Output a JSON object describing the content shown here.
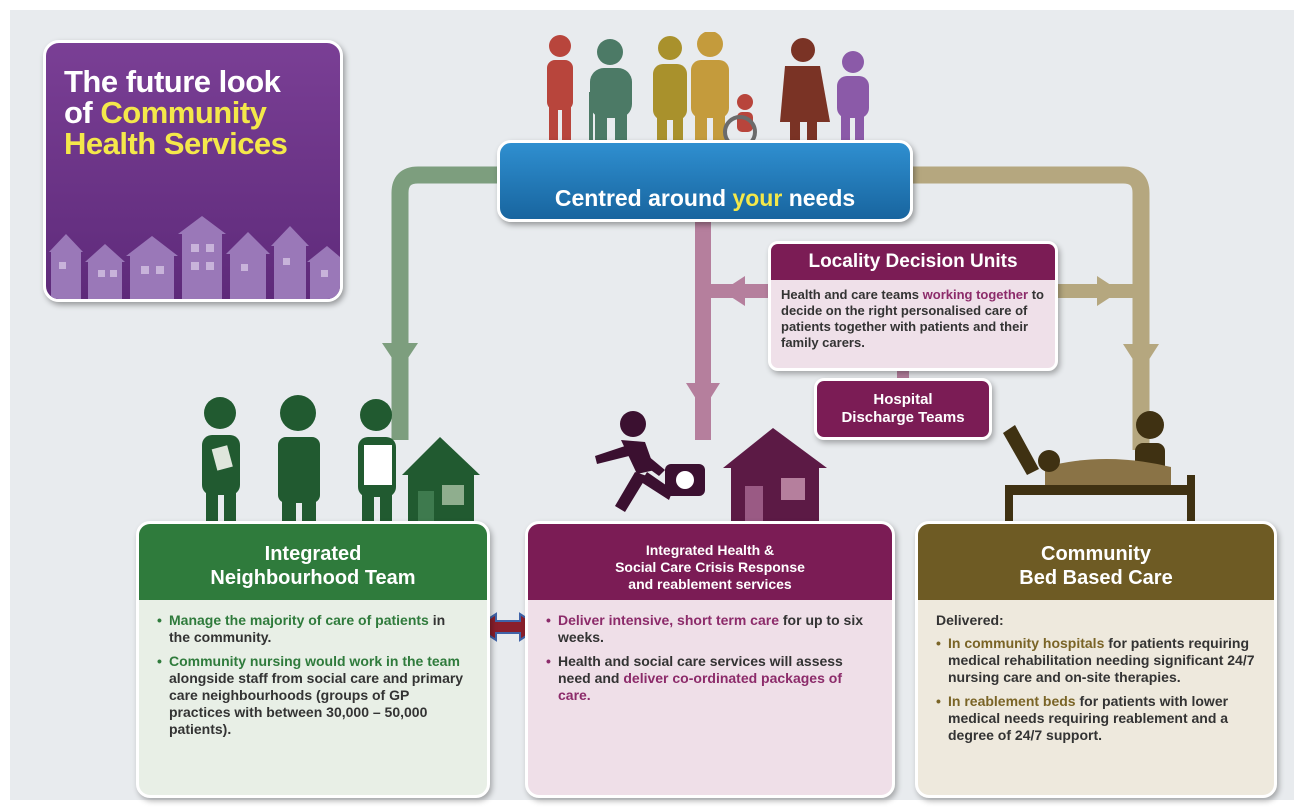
{
  "title": {
    "line1": "The future look",
    "line2_prefix": "of",
    "line2_highlight": "Community",
    "line3": "Health Services"
  },
  "centre": {
    "text_before": "Centred around",
    "text_highlight": "your",
    "text_after": "needs"
  },
  "locality_decision_units": {
    "heading": "Locality Decision Units",
    "text_before": "Health and care teams",
    "text_highlight": "working together",
    "text_after": "to decide on the right personalised care of patients together with patients and their family carers."
  },
  "hospital_discharge": {
    "line1": "Hospital",
    "line2": "Discharge Teams"
  },
  "panels": {
    "neighbourhood": {
      "heading_line1": "Integrated",
      "heading_line2": "Neighbourhood Team",
      "bullet1_highlight": "Manage the majority of care of patients",
      "bullet1_rest": "in the community.",
      "bullet2_highlight": "Community nursing would work in the team",
      "bullet2_rest": "alongside staff from social care and primary care neighbourhoods (groups of GP practices with between 30,000 – 50,000 patients)."
    },
    "crisis": {
      "heading_line1": "Integrated Health &",
      "heading_line2": "Social Care Crisis Response",
      "heading_line3": "and reablement services",
      "bullet1_highlight": "Deliver intensive, short term care",
      "bullet1_rest": "for up to six weeks.",
      "bullet2_before": "Health and social care services will assess need and",
      "bullet2_highlight": "deliver co-ordinated packages of care."
    },
    "bed": {
      "heading_line1": "Community",
      "heading_line2": "Bed Based Care",
      "lead": "Delivered:",
      "bullet1_highlight": "In community hospitals",
      "bullet1_rest": "for patients requiring medical rehabilitation needing significant 24/7 nursing care and on-site therapies.",
      "bullet2_highlight": "In reablement beds",
      "bullet2_rest": "for patients with lower medical needs requiring reablement and a degree of 24/7 support."
    }
  },
  "colors": {
    "green": "#2f7b3c",
    "plum": "#7b1c55",
    "brown": "#6e5b24",
    "blue": "#1f78b8",
    "purple": "#6a3388",
    "yellow": "#f4e84a"
  }
}
